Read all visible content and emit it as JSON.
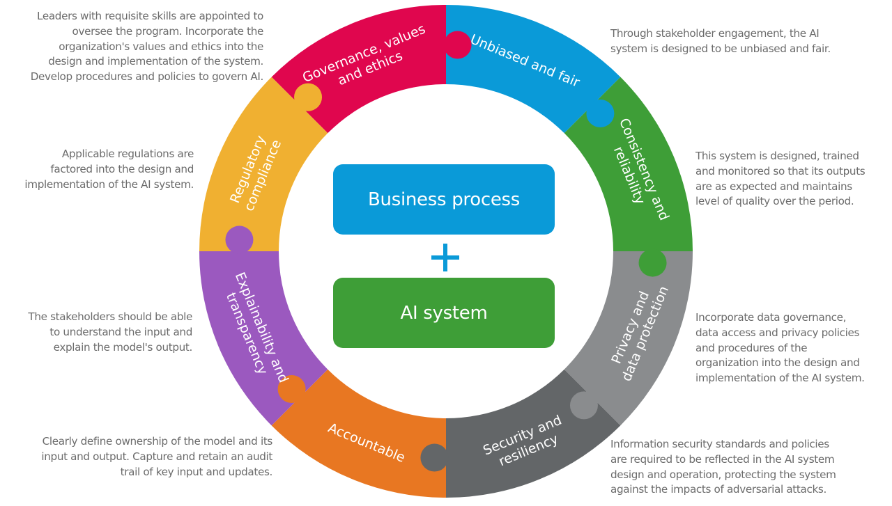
{
  "diagram": {
    "center": {
      "top_box": {
        "label": "Business process",
        "color": "#0a9ad8"
      },
      "plus_icon": {
        "color": "#0a9ad8"
      },
      "bottom_box": {
        "label": "AI system",
        "color": "#3e9e37"
      }
    },
    "segments": [
      {
        "id": "governance",
        "lines": [
          "Governance, values",
          "and ethics"
        ],
        "color": "#e0064e",
        "description": "Leaders with requisite skills are appointed to\noversee the program. Incorporate the\norganization's values and ethics into the\ndesign and implementation of the system.\nDevelop procedures and policies to govern AI."
      },
      {
        "id": "unbiased",
        "lines": [
          "Unbiased and fair"
        ],
        "color": "#0a9ad8",
        "description": "Through stakeholder engagement, the AI\nsystem is designed to be unbiased and fair."
      },
      {
        "id": "consistency",
        "lines": [
          "Consistency and",
          "reliability"
        ],
        "color": "#3e9e37",
        "description": "This system is designed, trained\nand monitored so that its outputs\nare as expected and maintains\nlevel of quality over the period."
      },
      {
        "id": "privacy",
        "lines": [
          "Privacy and",
          "data protection"
        ],
        "color": "#8a8c8e",
        "description": "Incorporate data governance,\ndata access and privacy policies\nand procedures of the\norganization into the design and\nimplementation of the AI system."
      },
      {
        "id": "security",
        "lines": [
          "Security and",
          "resiliency"
        ],
        "color": "#636668",
        "description": "Information security standards and policies\nare required to be reflected in the AI system\ndesign and operation, protecting the system\nagainst the impacts of adversarial attacks."
      },
      {
        "id": "accountable",
        "lines": [
          "Accountable"
        ],
        "color": "#e87722",
        "description": "Clearly define ownership of the model and its\ninput and output. Capture and retain an audit\ntrail of key input and updates."
      },
      {
        "id": "explainability",
        "lines": [
          "Explainability and",
          "transparency"
        ],
        "color": "#9b59bf",
        "description": "The stakeholders should be able\nto understand the input and\nexplain the model's output."
      },
      {
        "id": "regulatory",
        "lines": [
          "Regulatory",
          "compliance"
        ],
        "color": "#f0b031",
        "description": "Applicable regulations are\nfactored into the design and\nimplementation of the AI system."
      }
    ]
  }
}
